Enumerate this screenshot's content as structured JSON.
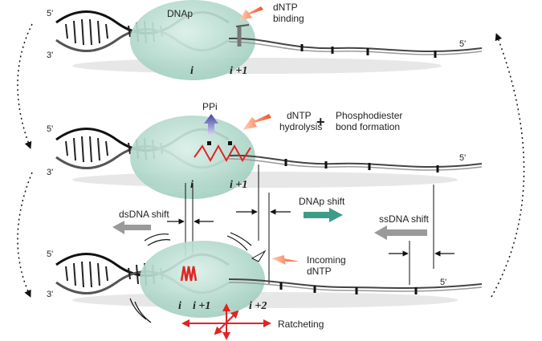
{
  "labels": {
    "dnap": "DNAp",
    "dntp_binding": [
      "dNTP",
      "binding"
    ],
    "ppi": "PPi",
    "dntp_hydrolysis": [
      "dNTP",
      "hydrolysis"
    ],
    "plus": "+",
    "phosphodiester": [
      "Phosphodiester",
      "bond formation"
    ],
    "dsdna_shift": "dsDNA shift",
    "dnap_shift": "DNAp shift",
    "ssdna_shift": "ssDNA shift",
    "incoming_dntp": [
      "Incoming",
      "dNTP"
    ],
    "ratcheting": "Ratcheting",
    "five_prime": "5'",
    "three_prime": "3'"
  },
  "positions": {
    "i": "i",
    "i_plus_1": "i +1",
    "i_plus_2": "i +2"
  },
  "colors": {
    "protein": "#b9dcd0",
    "orange_arrow": "#f06a3a",
    "ppi_arrow": "#4b4fa8",
    "teal_arrow": "#3f9b86",
    "gray_arrow": "#9a9a9a",
    "red": "#e02424"
  }
}
